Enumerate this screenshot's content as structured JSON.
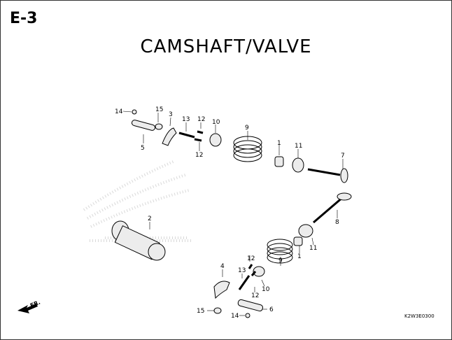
{
  "section_code": "E-3",
  "title": "CAMSHAFT/VALVE",
  "diagram_code": "K2W3E0300",
  "direction_label": "FR.",
  "callouts": [
    "14",
    "15",
    "3",
    "13",
    "12",
    "10",
    "9",
    "5",
    "12",
    "1",
    "11",
    "7",
    "2",
    "8",
    "11",
    "1",
    "9",
    "4",
    "12",
    "13",
    "10",
    "12",
    "15",
    "6",
    "14"
  ]
}
